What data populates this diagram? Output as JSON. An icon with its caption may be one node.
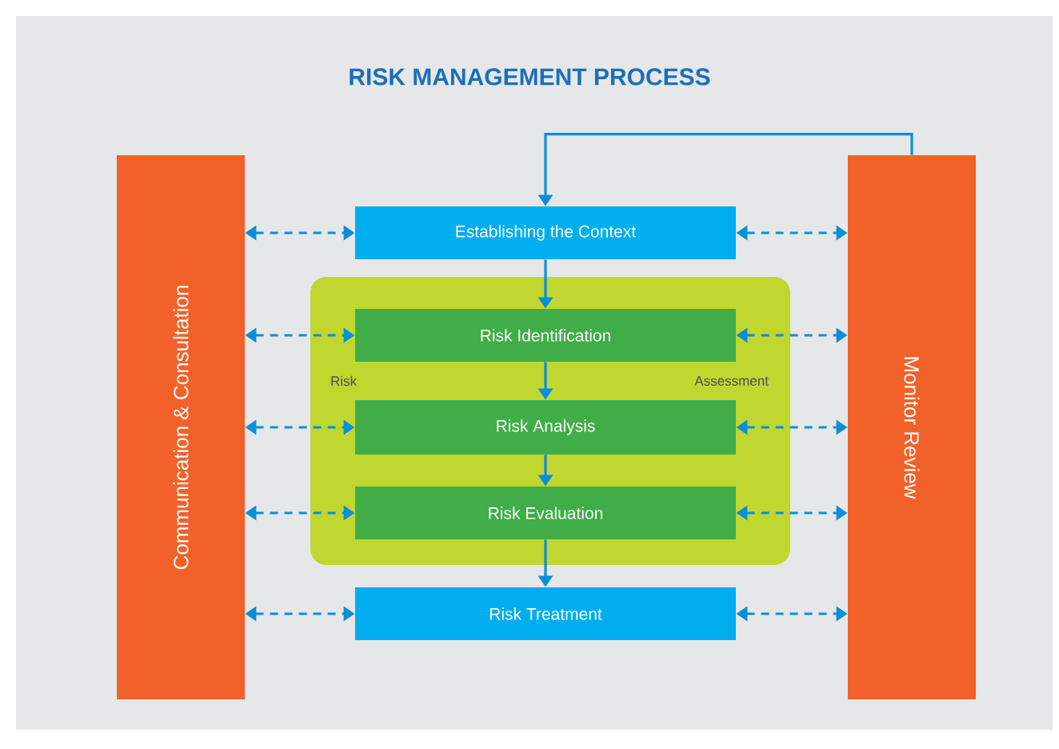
{
  "diagram": {
    "title": "RISK MANAGEMENT PROCESS",
    "nodes": [
      {
        "text": [
          "Communication & Consultation"
        ]
      },
      {
        "text": [
          "Establishing the Context"
        ]
      },
      {
        "text": [
          "Risk",
          "Assessment"
        ]
      },
      {
        "text": [
          "Risk Identification"
        ],
        "in": 2
      },
      {
        "text": [
          "Risk Analysis"
        ],
        "in": 2
      },
      {
        "text": [
          "Risk Evaluation"
        ],
        "in": 2
      },
      {
        "text": [
          "Risk Treatment"
        ]
      },
      {
        "text": [
          "Monitor Review"
        ]
      }
    ],
    "edges": [
      {
        "from": 7,
        "to": 1,
        "arrow": "to"
      },
      {
        "from": 1,
        "to": 3,
        "arrow": "to"
      },
      {
        "from": 3,
        "to": 4,
        "arrow": "to"
      },
      {
        "from": 4,
        "to": 5,
        "arrow": "to"
      },
      {
        "from": 5,
        "to": 6,
        "arrow": "to"
      },
      {
        "from": 0,
        "to": 1,
        "arrow": "both",
        "style": "dashed"
      },
      {
        "from": 0,
        "to": 3,
        "arrow": "both",
        "style": "dashed"
      },
      {
        "from": 0,
        "to": 4,
        "arrow": "both",
        "style": "dashed"
      },
      {
        "from": 0,
        "to": 5,
        "arrow": "both",
        "style": "dashed"
      },
      {
        "from": 0,
        "to": 6,
        "arrow": "both",
        "style": "dashed"
      },
      {
        "from": 1,
        "to": 7,
        "arrow": "both",
        "style": "dashed"
      },
      {
        "from": 3,
        "to": 7,
        "arrow": "both",
        "style": "dashed"
      },
      {
        "from": 4,
        "to": 7,
        "arrow": "both",
        "style": "dashed"
      },
      {
        "from": 5,
        "to": 7,
        "arrow": "both",
        "style": "dashed"
      },
      {
        "from": 6,
        "to": 7,
        "arrow": "both",
        "style": "dashed"
      }
    ]
  }
}
